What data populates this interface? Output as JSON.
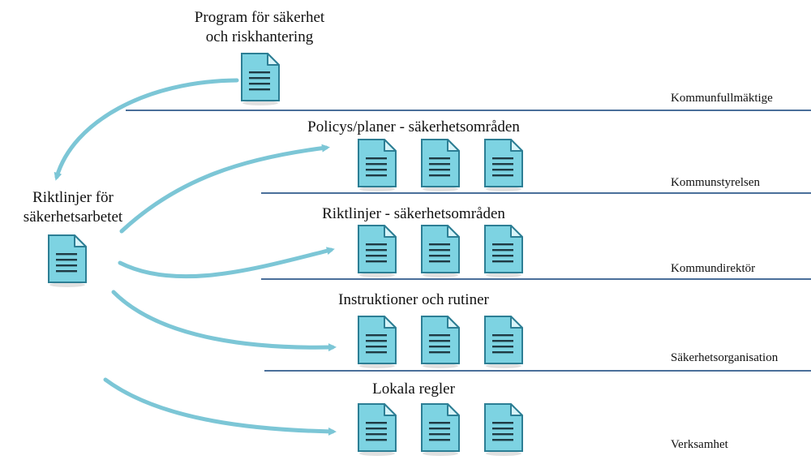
{
  "colors": {
    "doc_fill": "#7dd3e2",
    "doc_edge": "#2c7e94",
    "arrow": "#7cc6d6",
    "line": "#4a6f9a"
  },
  "icon": "document-icon",
  "top_doc": {
    "line1": "Program för säkerhet",
    "line2": "och riskhantering"
  },
  "left_doc": {
    "line1": "Riktlinjer för",
    "line2": "säkerhetsarbetet"
  },
  "levels": [
    {
      "title": "Policys/planer - säkerhetsområden",
      "tier": "Kommunfullmäktige"
    },
    {
      "title": "Riktlinjer - säkerhetsområden",
      "tier": "Kommunstyrelsen"
    },
    {
      "title": "Instruktioner och rutiner",
      "tier": "Kommundirektör"
    },
    {
      "title": "Lokala regler",
      "tier": "Säkerhetsorganisation"
    }
  ],
  "bottom_tier": "Verksamhet"
}
